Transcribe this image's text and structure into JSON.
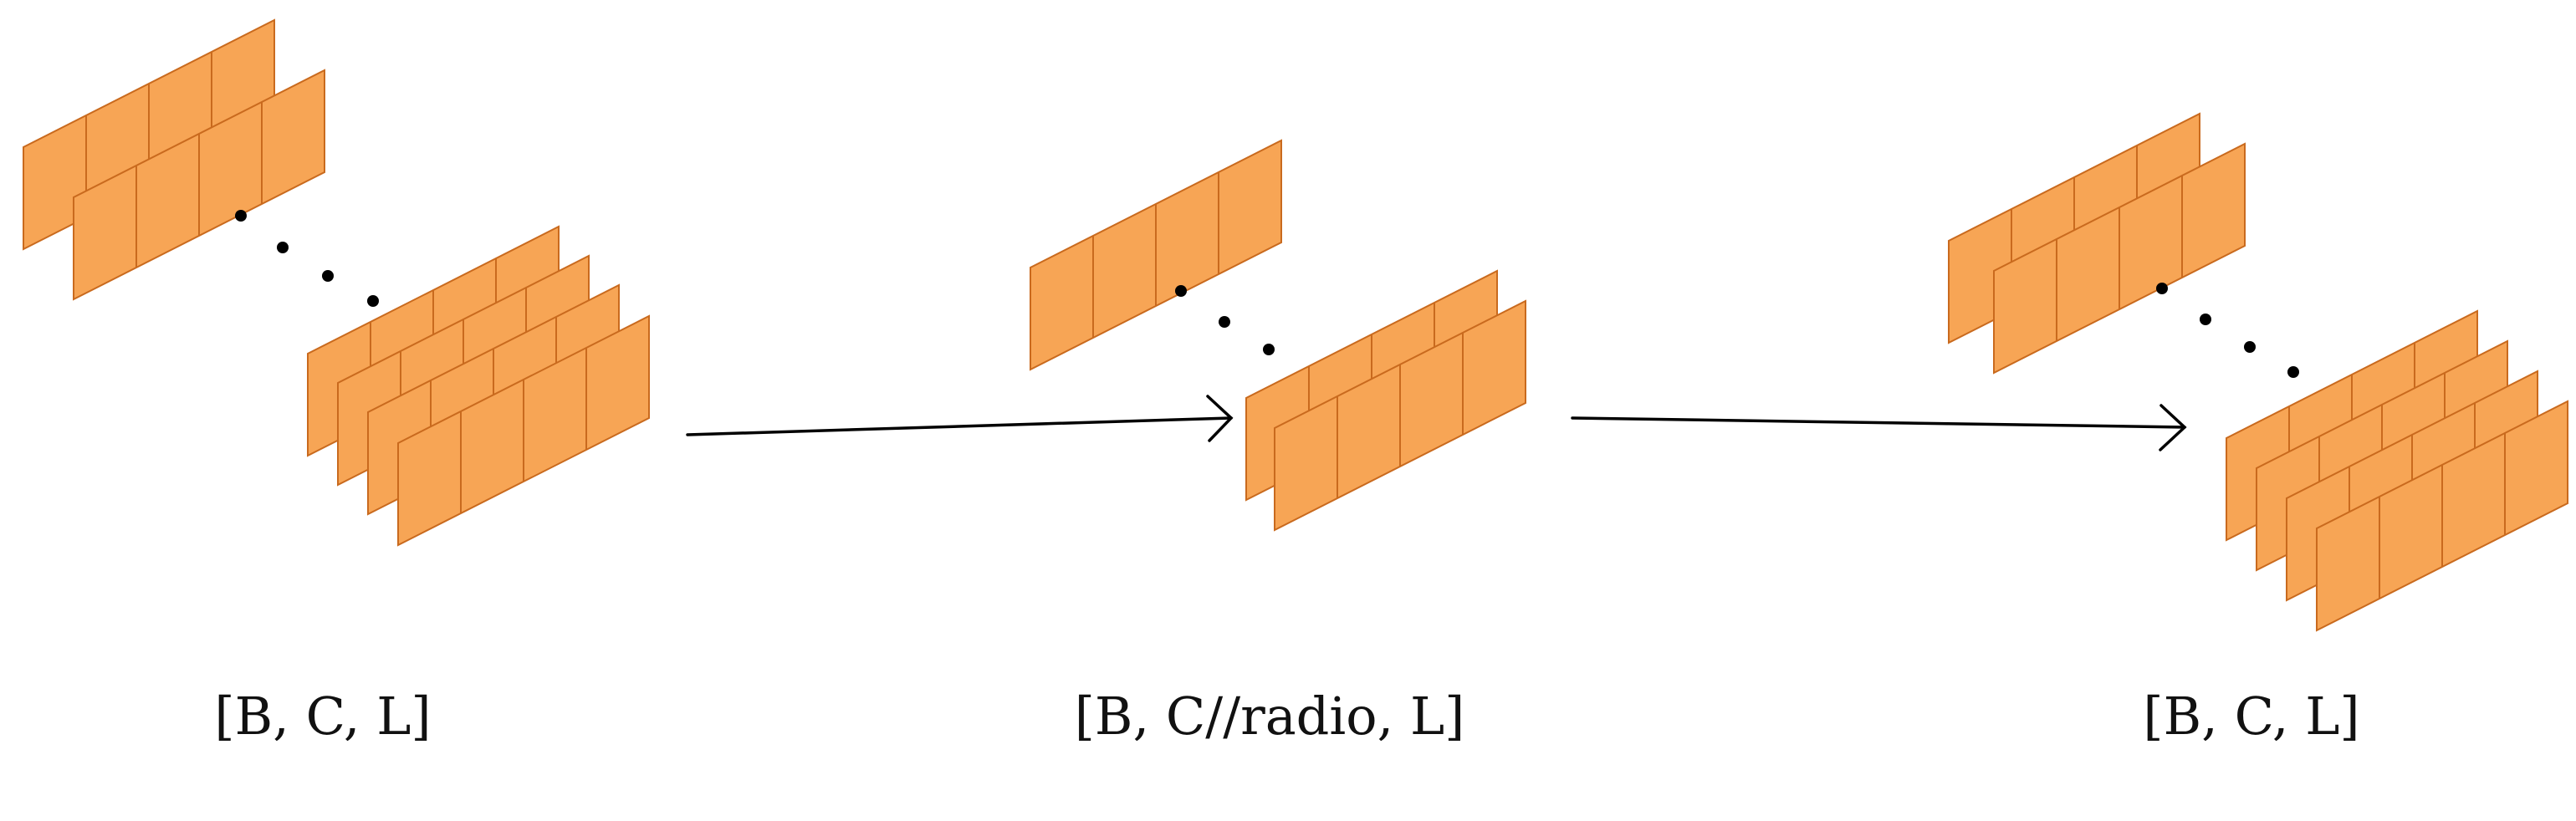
{
  "labels": {
    "stage1": "[B, C, L]",
    "stage2": "[B, C//radio, L]",
    "stage3": "[B, C, L]"
  },
  "colors": {
    "tile_fill": "#F7A555",
    "tile_edge": "#C96A1E",
    "ink": "#000000"
  }
}
